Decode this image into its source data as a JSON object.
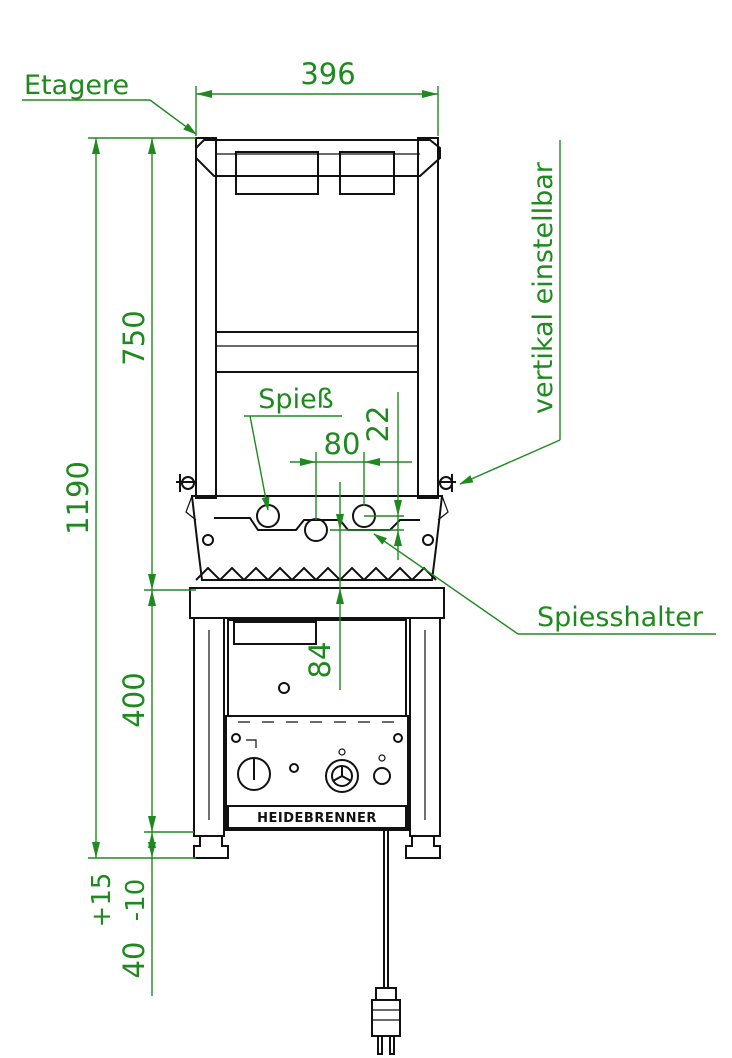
{
  "labels": {
    "etagere": "Etagere",
    "spiess": "Spieß",
    "vertikal": "vertikal einstellbar",
    "spiesshalter": "Spiesshalter",
    "brand": "HEIDEBRENNER"
  },
  "dimensions": {
    "width": "396",
    "total_height": "1190",
    "upper_height": "750",
    "lower_height": "400",
    "foot_main": "40",
    "foot_tol": "+15\n -10",
    "foot_plus": "+15",
    "foot_minus": " -10",
    "spit_spacing": "80",
    "spit_offset": "22",
    "holder_height": "84"
  },
  "colors": {
    "dimension": "#1e8a1e",
    "outline": "#111111"
  }
}
